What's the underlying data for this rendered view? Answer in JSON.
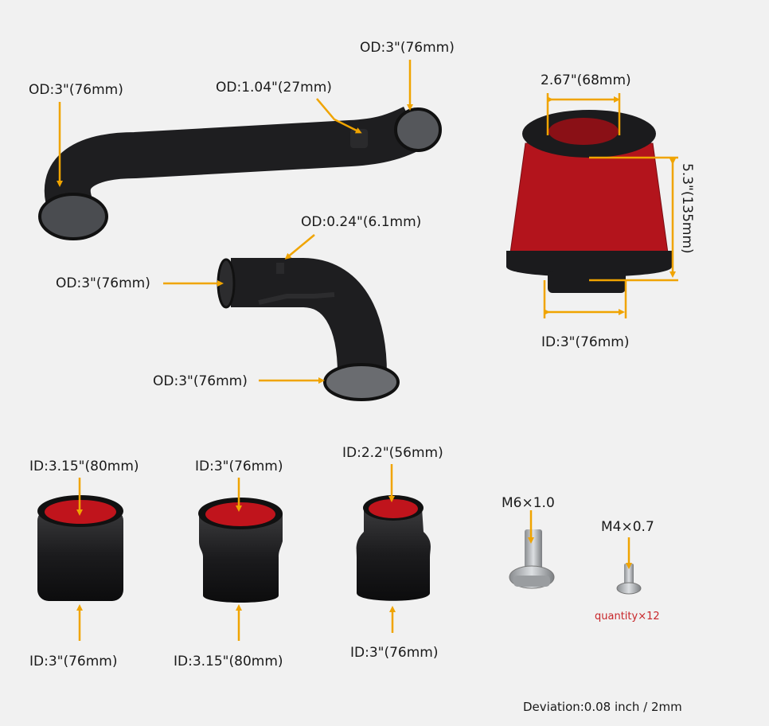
{
  "colors": {
    "background": "#f1f1f1",
    "arrow": "#f0a400",
    "filter_red": "#b3141c",
    "part_black": "#1b1b1d",
    "note_red": "#c8262a"
  },
  "intake_pipe": {
    "inlet_label": "OD:3\"(76mm)",
    "port_label": "OD:1.04\"(27mm)",
    "outlet_label": "OD:3\"(76mm)"
  },
  "elbow_pipe": {
    "port_label": "OD:0.24\"(6.1mm)",
    "inlet_label": "OD:3\"(76mm)",
    "outlet_label": "OD:3\"(76mm)"
  },
  "air_filter": {
    "top_label": "2.67\"(68mm)",
    "height_label": "5.3\"(135mm)",
    "bottom_label": "ID:3\"(76mm)"
  },
  "couplers": [
    {
      "top_label": "ID:3.15\"(80mm)",
      "bottom_label": "ID:3\"(76mm)"
    },
    {
      "top_label": "ID:3\"(76mm)",
      "bottom_label": "ID:3.15\"(80mm)"
    },
    {
      "top_label": "ID:2.2\"(56mm)",
      "bottom_label": "ID:3\"(76mm)"
    }
  ],
  "bolts": {
    "large_label": "M6×1.0",
    "small_label": "M4×0.7",
    "quantity": "quantity×12"
  },
  "footer": {
    "deviation": "Deviation:0.08 inch / 2mm"
  }
}
